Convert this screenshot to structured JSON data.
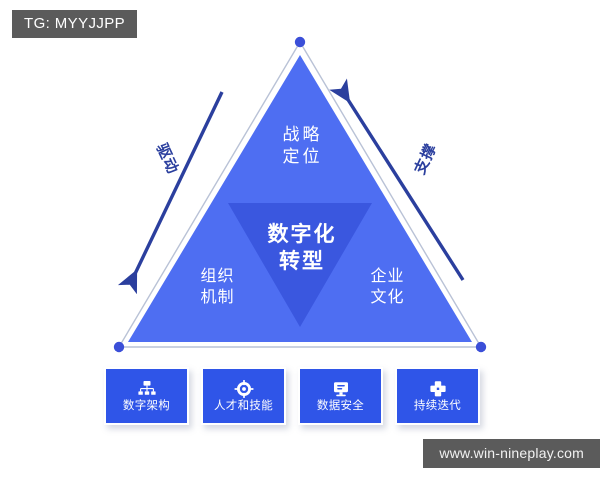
{
  "overlay": {
    "tag_badge": "TG: MYYJJPP",
    "watermark": "www.win-nineplay.com"
  },
  "diagram": {
    "title": "数字化转型",
    "apex_label": "战略\n定位",
    "apex_line1": "战略",
    "apex_line2": "定位",
    "center_line1": "数字化",
    "center_line2": "转型",
    "left_line1": "组织",
    "left_line2": "机制",
    "right_line1": "企业",
    "right_line2": "文化",
    "arrow_left_label": "驱动",
    "arrow_right_label": "支撑",
    "colors": {
      "triangle_fill": "#4e6ef2",
      "inner_triangle_fill": "#3a57df",
      "vertex_dot": "#3b4fd8",
      "arrow": "#2b3f9e",
      "outline": "#b9c2d6",
      "card_fill": "#2f55e8",
      "badge_bg": "#5b5b5b",
      "text_on_blue": "#ffffff"
    }
  },
  "cards": [
    {
      "label": "数字架构",
      "icon": "sitemap-icon"
    },
    {
      "label": "人才和技能",
      "icon": "target-icon"
    },
    {
      "label": "数据安全",
      "icon": "monitor-icon"
    },
    {
      "label": "持续迭代",
      "icon": "blocks-icon"
    }
  ]
}
